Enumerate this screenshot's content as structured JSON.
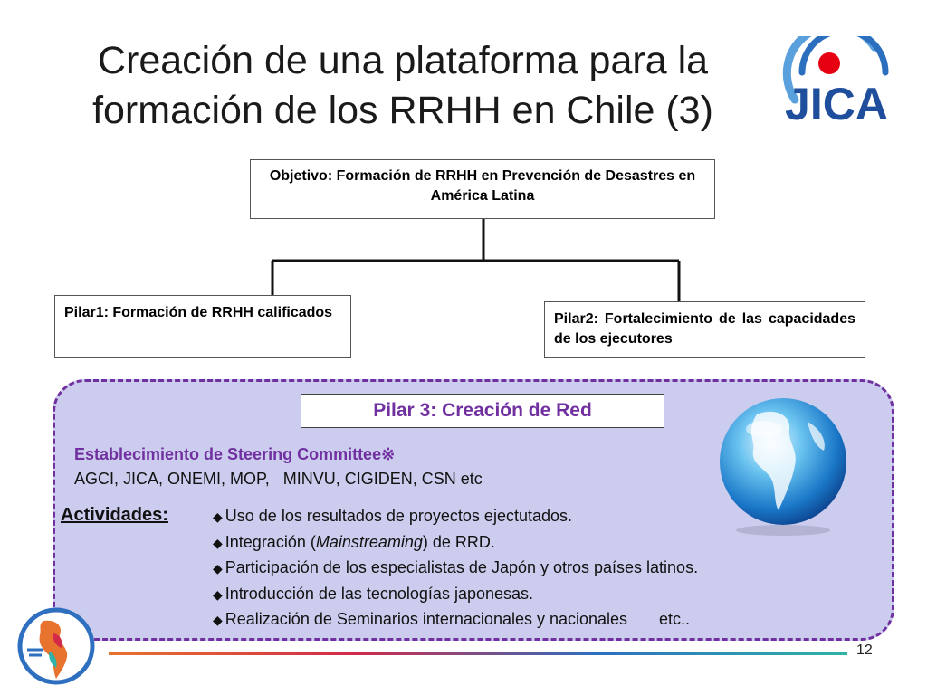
{
  "slide": {
    "title_line1": "Creación de una plataforma para la",
    "title_line2": "formación de los RRHH en Chile (3)",
    "logo_text": "JICA",
    "objective": "Objetivo: Formación de RRHH en Prevención de Desastres en América Latina",
    "pillar1": "Pilar1: Formación de RRHH calificados",
    "pillar2": "Pilar2: Fortalecimiento de las capacidades  de los ejecutores",
    "pillar3": "Pilar 3: Creación de Red",
    "steering": "Establecimiento de Steering Committee※",
    "members": "AGCI, JICA, ONEMI, MOP,   MINVU, CIGIDEN, CSN etc",
    "activities_label": "Actividades:",
    "bullet_glyph": "◆",
    "activities": [
      "Uso de los resultados de proyectos ejectutados.",
      "Participación de los especialistas de Japón y otros países latinos.",
      "Introducción de las tecnologías japonesas.",
      "Realización de Seminarios internacionales y nacionales       etc.."
    ],
    "integration_pre": "Integración (",
    "integration_em": "Mainstreaming",
    "integration_post": ") de RRD.",
    "page_number": "12"
  },
  "colors": {
    "accent_purple": "#7030a0",
    "panel_fill": "#ccccee",
    "jica_blue": "#1f4e9c",
    "jica_red": "#e60012"
  },
  "icons": [
    "jica-logo",
    "globe-icon",
    "latin-america-map-logo"
  ]
}
